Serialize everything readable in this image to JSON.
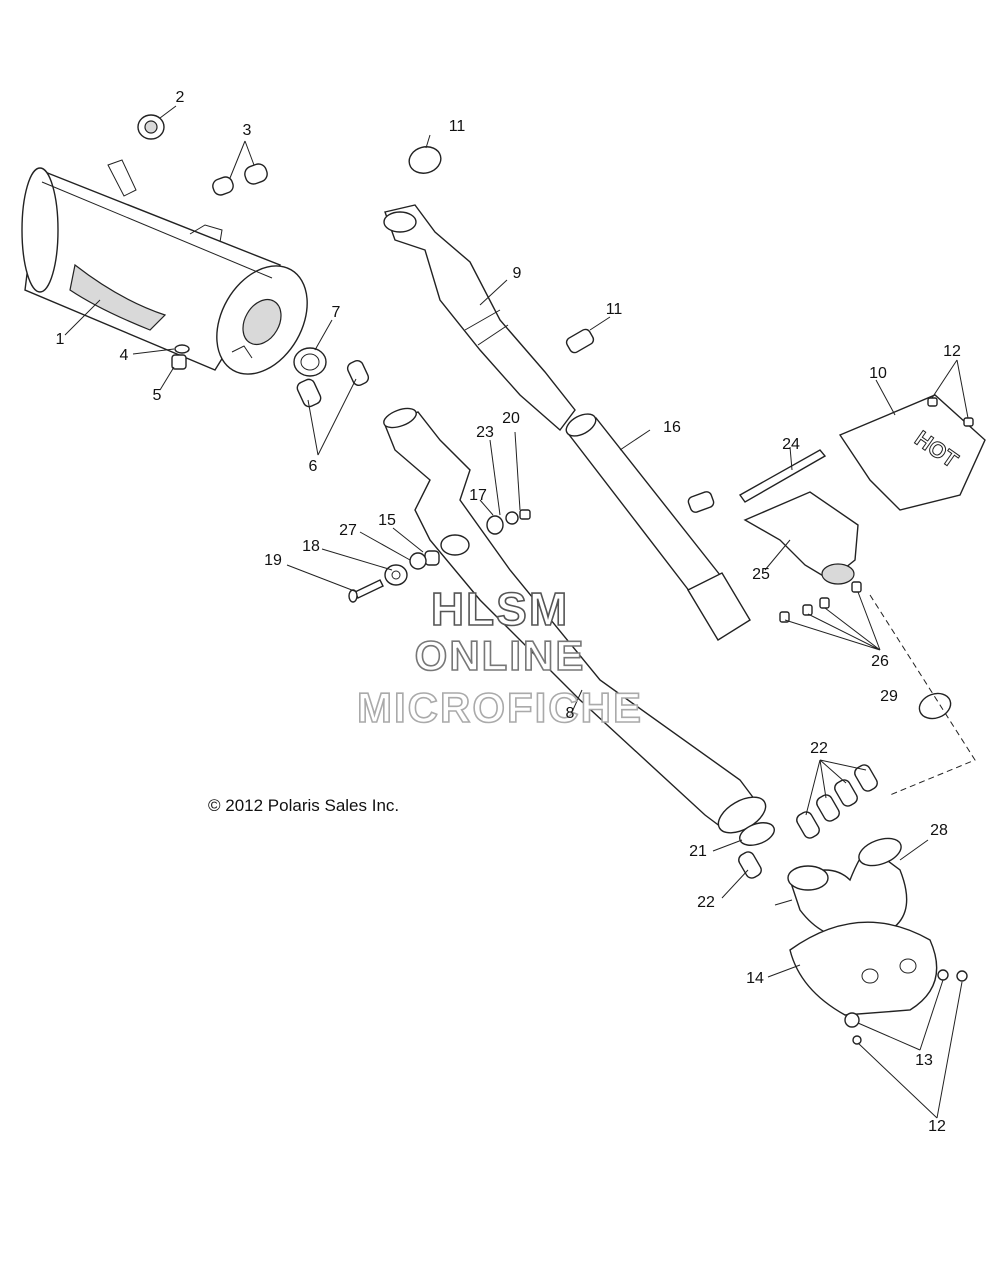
{
  "copyright": "© 2012 Polaris Sales Inc.",
  "watermark": {
    "line1": "HLSM",
    "line2": "ONLINE",
    "line3": "MICROFICHE"
  },
  "hot_label": "HOT",
  "callouts": {
    "c1": "1",
    "c2": "2",
    "c3": "3",
    "c4": "4",
    "c5": "5",
    "c6": "6",
    "c7": "7",
    "c8": "8",
    "c9": "9",
    "c10": "10",
    "c11a": "11",
    "c11b": "11",
    "c12a": "12",
    "c12b": "12",
    "c13": "13",
    "c14": "14",
    "c15": "15",
    "c16": "16",
    "c17": "17",
    "c18": "18",
    "c19": "19",
    "c20": "20",
    "c21": "21",
    "c22a": "22",
    "c22b": "22",
    "c23": "23",
    "c24": "24",
    "c25": "25",
    "c26": "26",
    "c27": "27",
    "c28": "28",
    "c29": "29"
  }
}
